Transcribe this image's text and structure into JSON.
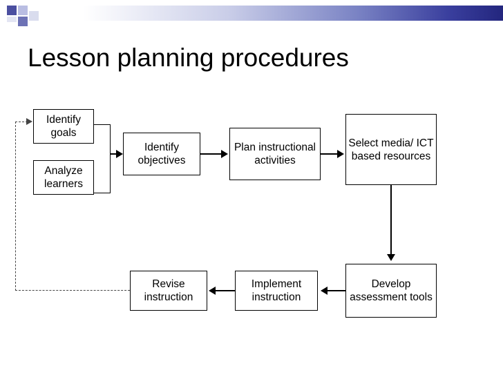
{
  "slide": {
    "title": "Lesson planning procedures",
    "header_band": {
      "name": "decorative-header-band"
    }
  },
  "diagram": {
    "type": "flowchart",
    "nodes": [
      {
        "id": "identify-goals",
        "label": "Identify goals"
      },
      {
        "id": "analyze-learners",
        "label": "Analyze learners"
      },
      {
        "id": "identify-objectives",
        "label": "Identify objectives"
      },
      {
        "id": "plan-activities",
        "label": "Plan instructional activities"
      },
      {
        "id": "select-media",
        "label": "Select media/ ICT based resources"
      },
      {
        "id": "develop-assessment",
        "label": "Develop assessment tools"
      },
      {
        "id": "implement",
        "label": "Implement instruction"
      },
      {
        "id": "revise",
        "label": "Revise instruction"
      }
    ],
    "edges": [
      {
        "from": "identify-goals+analyze-learners",
        "to": "identify-objectives",
        "style": "solid"
      },
      {
        "from": "identify-objectives",
        "to": "plan-activities",
        "style": "solid"
      },
      {
        "from": "plan-activities",
        "to": "select-media",
        "style": "solid"
      },
      {
        "from": "select-media",
        "to": "develop-assessment",
        "style": "solid"
      },
      {
        "from": "develop-assessment",
        "to": "implement",
        "style": "solid"
      },
      {
        "from": "implement",
        "to": "revise",
        "style": "solid"
      },
      {
        "from": "revise",
        "to": "identify-goals",
        "style": "dashed"
      }
    ]
  },
  "colors": {
    "band_end": "#23267e",
    "band_start": "#ffffff",
    "node_border": "#000000",
    "text": "#000000",
    "dashed_line": "#444444"
  }
}
